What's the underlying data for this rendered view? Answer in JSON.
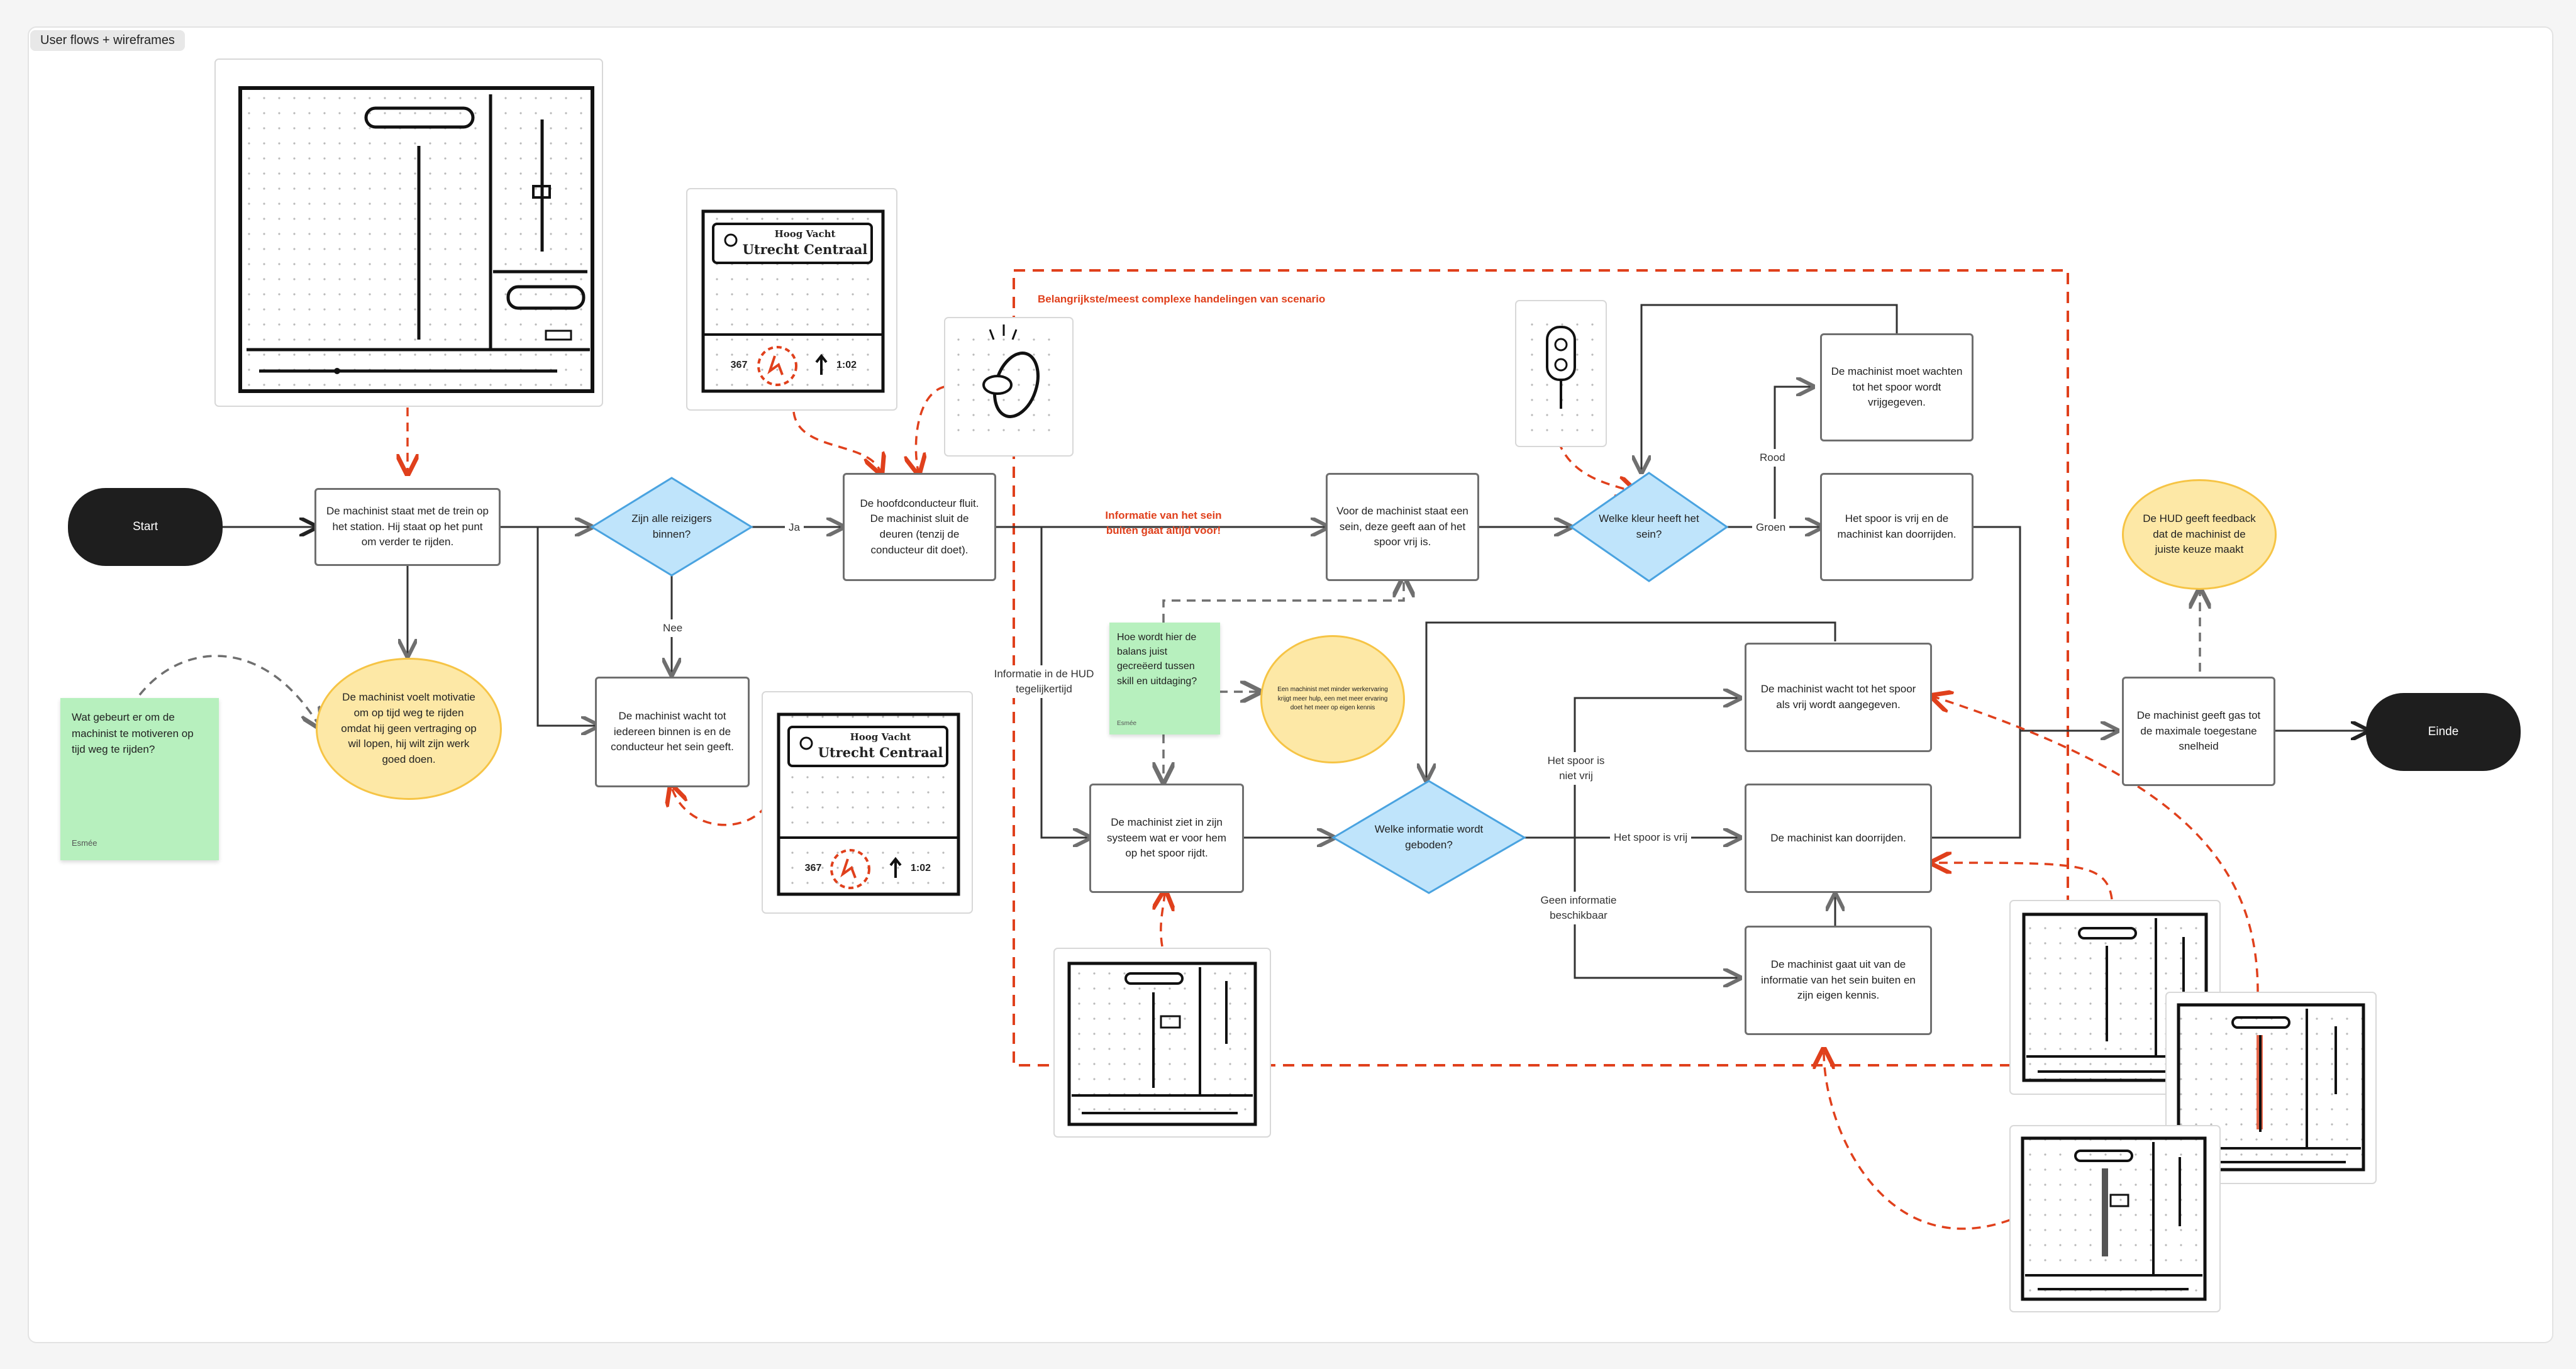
{
  "frame": {
    "title": "User flows + wireframes"
  },
  "section": {
    "title": "Belangrijkste/meest complexe handelingen van scenario"
  },
  "flow": {
    "start": "Start",
    "end": "Einde",
    "station": "De machinist staat met de trein op het station. Hij staat op het punt om verder te rijden.",
    "motivation": "De machinist voelt motivatie om op tijd weg te rijden omdat hij geen vertraging op wil lopen, hij wilt zijn werk goed doen.",
    "all_in": "Zijn alle reizigers binnen?",
    "yes": "Ja",
    "no": "Nee",
    "wait_all": "De machinist wacht tot iedereen binnen is en de conducteur het sein geeft.",
    "whistle": "De hoofdconducteur fluit. De machinist sluit de deuren (tenzij de conducteur dit doet).",
    "signal_info": "Informatie van het sein buiten gaat altijd voor!",
    "hud_info": "Informatie in de HUD tegelijkertijd",
    "signal_ahead": "Voor de machinist staat een sein, deze geeft aan of het spoor vrij is.",
    "which_color": "Welke kleur heeft het sein?",
    "red": "Rood",
    "green": "Groen",
    "wait_free": "De machinist moet wachten tot het spoor wordt vrijgegeven.",
    "track_free": "Het spoor is vrij en de machinist kan doorrijden.",
    "sees_system": "De machinist ziet in zijn systeem wat er voor hem op het spoor rijdt.",
    "which_info": "Welke informatie wordt geboden?",
    "track_vrij_label": "Het spoor is niet vrij",
    "track_free_label": "Het spoor is vrij",
    "no_info_label": "Geen informatie beschikbaar",
    "wait_indicated": "De machinist wacht tot het spoor als vrij wordt aangegeven.",
    "can_drive": "De machinist kan doorrijden.",
    "own_knowledge": "De machinist gaat uit van de informatie van het sein buiten en zijn eigen kennis.",
    "give_gas": "De machinist geeft gas tot de maximale toegestane snelheid",
    "hud_feedback": "De HUD geeft feedback dat de machinist de juiste keuze maakt"
  },
  "stickies": {
    "question": "Wat gebeurt er om de machinist te motiveren op tijd weg te rijden?",
    "question_author": "Esmée",
    "balance": "Hoe wordt hier de balans juist gecreëerd tussen skill en uitdaging?",
    "balance_author": "Esmée",
    "experience": "Een machinist met minder werkervaring krijgt meer hulp, een met meer ervaring doet het meer op eigen kennis"
  },
  "wireframes": {
    "station_line1": "Hoog Vacht",
    "station_line2": "Utrecht Centraal",
    "passengers": "367",
    "time": "1:02"
  },
  "colors": {
    "decision_fill": "#bfe4fb",
    "decision_stroke": "#4aa3e0",
    "accent_red": "#e0401c",
    "sticky_green": "#b7f0be",
    "circle_yellow": "#fde8a6"
  }
}
